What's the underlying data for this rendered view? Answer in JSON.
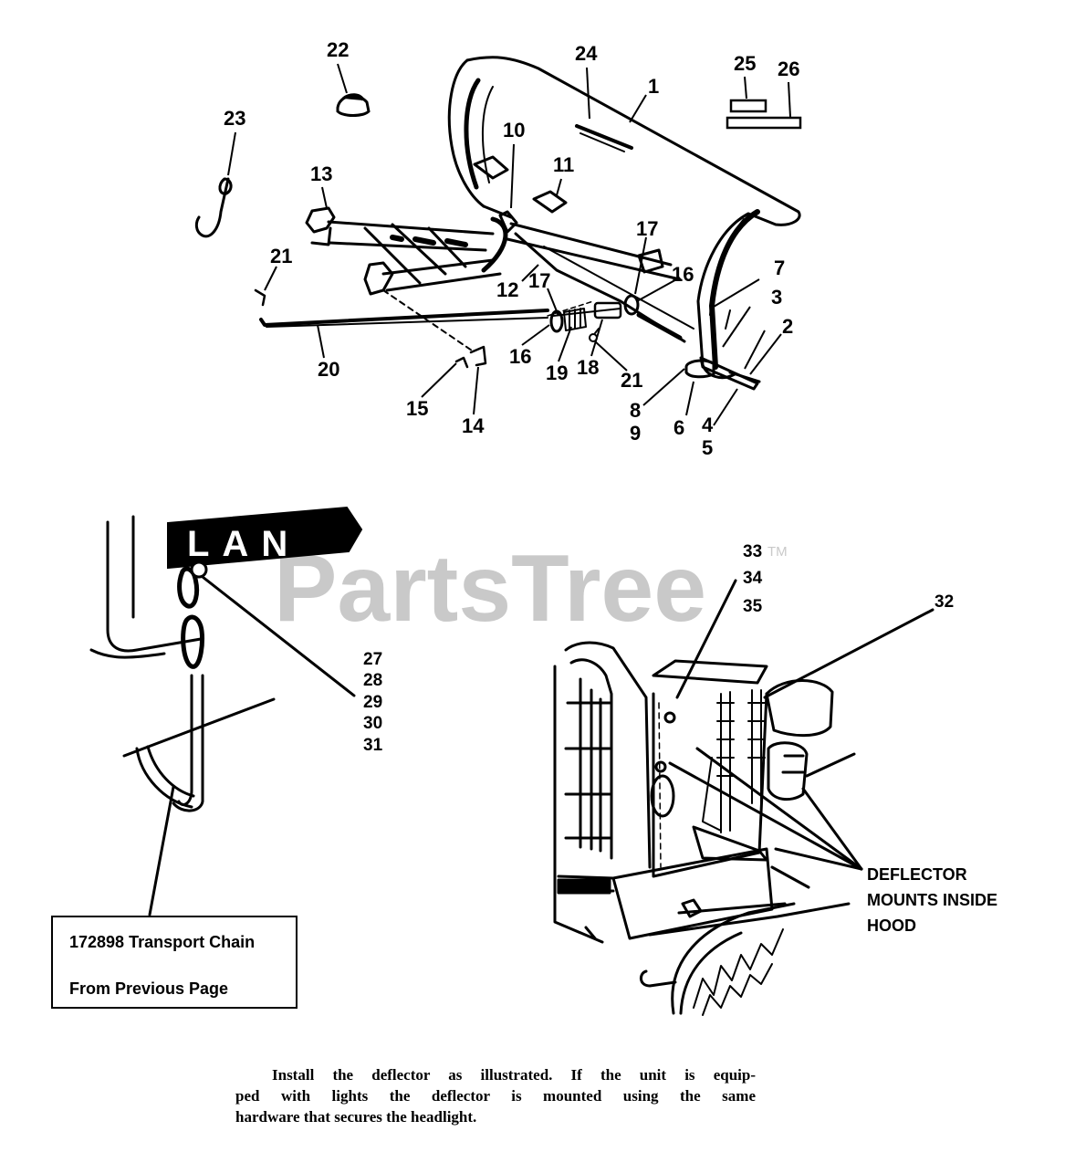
{
  "watermark": {
    "text": "PartsTree",
    "tm": "TM"
  },
  "plate_text": "LAN",
  "callouts": {
    "c1": "1",
    "c2": "2",
    "c3": "3",
    "c4": "4",
    "c5": "5",
    "c6": "6",
    "c7": "7",
    "c8": "8",
    "c9": "9",
    "c10": "10",
    "c11": "11",
    "c12": "12",
    "c13": "13",
    "c14": "14",
    "c15": "15",
    "c16a": "16",
    "c16b": "16",
    "c17a": "17",
    "c17b": "17",
    "c18": "18",
    "c19": "19",
    "c20": "20",
    "c21a": "21",
    "c21b": "21",
    "c22": "22",
    "c23": "23",
    "c24": "24",
    "c25": "25",
    "c26": "26",
    "c27": "27",
    "c28": "28",
    "c29": "29",
    "c30": "30",
    "c31": "31",
    "c32": "32",
    "c33": "33",
    "c34": "34",
    "c35": "35"
  },
  "deflector_note": {
    "line1": "DEFLECTOR",
    "line2": "MOUNTS INSIDE",
    "line3": "HOOD"
  },
  "chain_box": {
    "line1": "172898 Transport Chain",
    "line2": "From Previous Page"
  },
  "instructions": {
    "line1": "Install the deflector as illustrated.  If the unit is equip-",
    "line2": "ped with lights the deflector is mounted using the same",
    "line3": "hardware that secures the headlight."
  }
}
